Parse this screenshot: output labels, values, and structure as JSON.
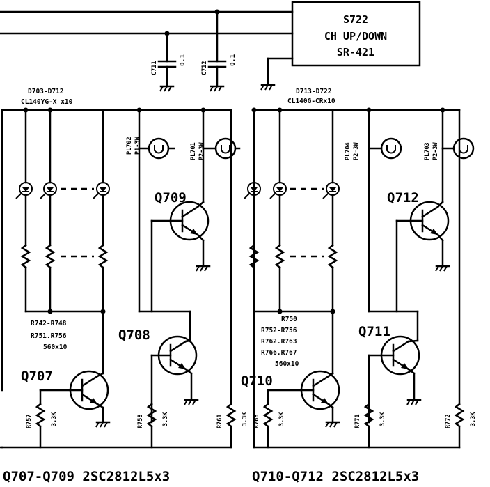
{
  "switch_box": {
    "ref": "S722",
    "line2": "CH UP/DOWN",
    "line3": "SR-421"
  },
  "capacitors": [
    {
      "ref": "C711",
      "value": "0.1"
    },
    {
      "ref": "C712",
      "value": "0.1"
    }
  ],
  "led_groups": [
    {
      "refs": "D703-D712",
      "part": "CL140YG-X x10"
    },
    {
      "refs": "D713-D722",
      "part": "CL140G-CRx10"
    }
  ],
  "lamps": [
    {
      "ref": "PL702",
      "rating": "P1-3W"
    },
    {
      "ref": "PL701",
      "rating": "P2-3W"
    },
    {
      "ref": "PL704",
      "rating": "P2-3W"
    },
    {
      "ref": "PL703",
      "rating": "P2-3W"
    }
  ],
  "transistors": [
    {
      "ref": "Q707"
    },
    {
      "ref": "Q708"
    },
    {
      "ref": "Q709"
    },
    {
      "ref": "Q710"
    },
    {
      "ref": "Q711"
    },
    {
      "ref": "Q712"
    }
  ],
  "resistor_groups": [
    {
      "line1": "R742-R748",
      "line2": "R751.R756",
      "line3": "560x10"
    },
    {
      "line1": "R750",
      "line2": "R752-R756",
      "line3": "R762.R763",
      "line4": "R766.R767",
      "line5": "560x10"
    }
  ],
  "bias_resistors": [
    {
      "ref": "R757",
      "value": "3.3K"
    },
    {
      "ref": "R758",
      "value": "3.3K"
    },
    {
      "ref": "R761",
      "value": "3.3K"
    },
    {
      "ref": "R768",
      "value": "3.3K"
    },
    {
      "ref": "R771",
      "value": "3.3K"
    },
    {
      "ref": "R772",
      "value": "3.3K"
    }
  ],
  "footer": {
    "left": "Q707-Q709 2SC2812L5x3",
    "right": "Q710-Q712 2SC2812L5x3"
  }
}
